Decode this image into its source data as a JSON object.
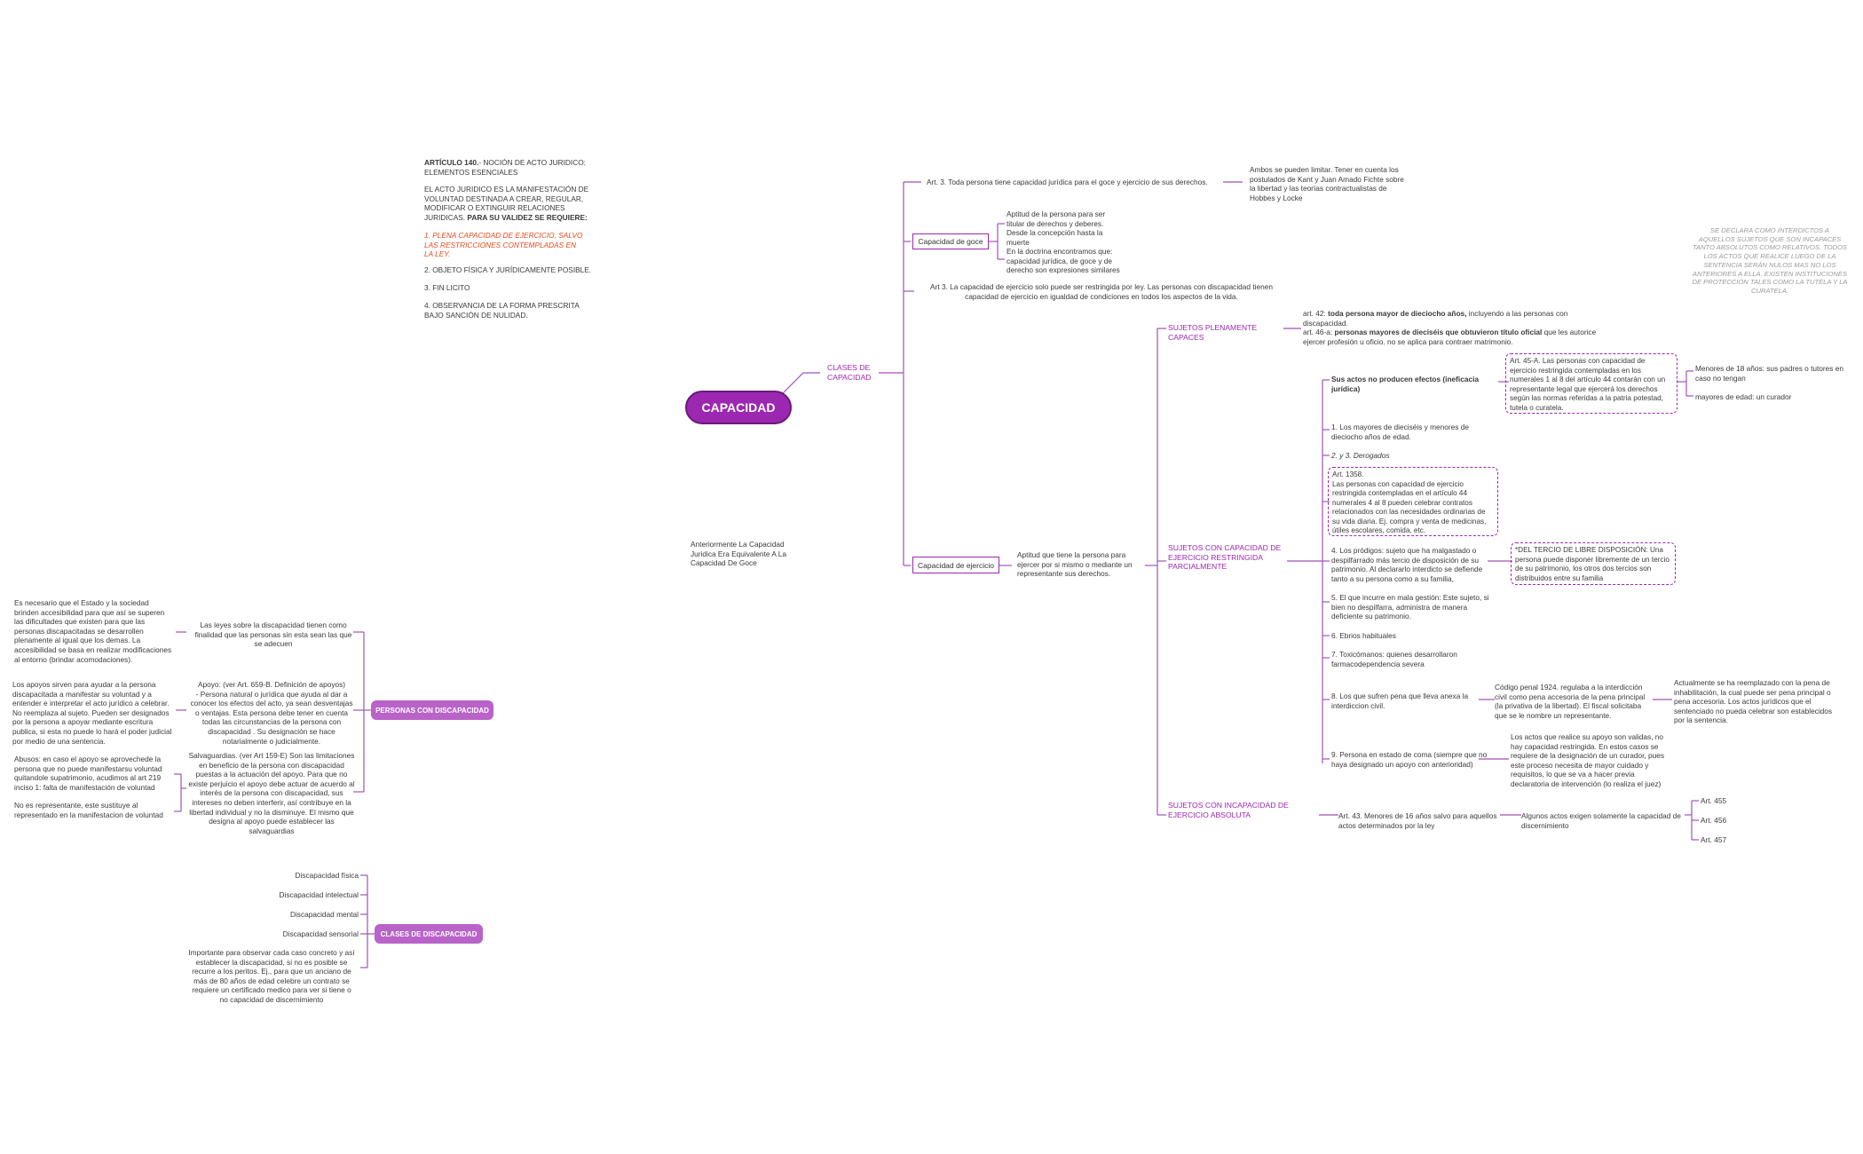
{
  "colors": {
    "accent": "#9c27b0",
    "pill": "#b963c9",
    "line": "#a052b8",
    "red": "#e64a19"
  },
  "central": {
    "label": "CAPACIDAD"
  },
  "intro": {
    "title_bold": "ARTÍCULO 140.",
    "title_rest": "- NOCIÓN DE ACTO JURIDICO: ELEMENTOS ESENCIALES",
    "def": "EL ACTO JURIDICO ES LA MANIFESTACIÓN DE VOLUNTAD DESTINADA A CREAR, REGULAR, MODIFICAR O EXTINGUIR RELACIONES JURIDICAS.",
    "def_bold": "PARA SU VALIDEZ SE REQUIERE:",
    "item1": "1. PLENA CAPACIDAD DE EJERCICIO, SALVO LAS RESTRICCIONES CONTEMPLADAS EN LA LEY.",
    "item2": "2. OBJETO FÍSICA Y JURÍDICAMENTE POSIBLE.",
    "item3": "3. FIN LICITO",
    "item4": "4. OBSERVANCIA DE LA FORMA PRESCRITA BAJO SANCIÓN DE NULIDAD."
  },
  "anterior_note": "Anteriormente La Capacidad Juridica Era Equivalente A La Capacidad De Goce",
  "clases": {
    "label": "CLASES DE CAPACIDAD",
    "art3_top": "Art. 3. Toda persona tiene capacidad jurídica para el goce y ejercicio de sus derechos.",
    "ambos": "Ambos se pueden limitar. Tener en cuenta los postulados de Kant y Juan Amado Fichte sobre la libertad y las teorías contractualistas de Hobbes y  Locke",
    "goce": {
      "label": "Capacidad de goce",
      "aptitud": "Aptitud de la persona para ser titular de derechos y deberes. Desde la concepción hasta la muerte",
      "doctrina": "En la doctrina encontramos que: capacidad jurídica, de goce y de derecho son expresiones similares"
    },
    "art3_bottom": "Art 3. La capacidad de ejercicio solo puede ser restringida por ley. Las personas con discapacidad tienen capacidad de ejercicio en igualdad de condiciones en todos los aspectos de la vida.",
    "ejercicio": {
      "label": "Capacidad de ejercicio",
      "aptitud": "Aptitud que tiene la persona para ejercer por si mismo o mediante un representante sus derechos."
    }
  },
  "plenamente": {
    "label": "SUJETOS PLENAMENTE CAPACES",
    "art42_pre": "art. 42:",
    "art42_bold": "toda persona mayor de dieciocho años,",
    "art42_rest": "incluyendo a las personas con discapacidad.",
    "art46_pre": "art. 46-a:",
    "art46_bold": "personas mayores de dieciséis que obtuvieron título oficial",
    "art46_rest": "que les autorice ejercer profesión u oficio. no se aplica para contraer matrimonio."
  },
  "relativa": {
    "label": "SUJETOS CON CAPACIDAD DE EJERCICIO RESTRINGIDA PARCIALMENTE",
    "ineficacia": "Sus actos no producen efectos (ineficacia jurídica)",
    "art45a": "Art. 45-A. Las personas con capacidad de ejercicio restringida contempladas en los numerales 1 al 8 del artículo 44 contarán con un representante legal que ejercerá los derechos según las normas referidas a la patria potestad, tutela o curatela.",
    "menores18": "Menores de 18 años: sus padres o tutores en caso no tengan",
    "mayores": "mayores de edad: un curador",
    "item1": "1. Los mayores de dieciséis y menores de dieciocho años de edad.",
    "item23": "2. y 3. Derogados",
    "art1358": "Art. 1358.\nLas personas con capacidad de ejercicio restringida contempladas en el artículo 44 numerales 4 al 8 pueden celebrar contratos relacionados con las necesidades ordinarias de su vida diaria. Ej. compra y venta de medicinas, útiles escolares, comida, etc.",
    "item4": "4. Los pródigos: sujeto que ha malgastado o despilfarrado más  tercio de disposición de su patrimonio. Al declararlo interdicto se defiende tanto a su persona como a su familia,",
    "tercio": "*DEL TERCIO DE LIBRE DISPOSICIÓN: Una persona puede disponer libremente de un tercio de su patrimonio, los otros dos tercios son distribuidos entre su familia",
    "item5": "5. El que incurre en mala gestión: Este sujeto, si bien no despilfarra, administra de manera deficiente su patrimonio.",
    "item6": "6. Ebrios habituales",
    "item7": "7. Toxicómanos: quienes desarrollaron farmacodependencia severa",
    "item8": "8. Los que sufren pena que lleva anexa la interdiccion civil.",
    "codigo1924": "Código penal 1924. regulaba a la interdicción civil como pena accesoria de la pena principal (la privativa de la libertad). El fiscal solicitaba que se le nombre un representante.",
    "actualmente": "Actualmente se ha reemplazado con la pena de inhabilitación, la cual puede ser pena principal o pena accesoria. Los actos jurídicos que el sentenciado no pueda celebrar son establecidos por la sentencia.",
    "item9": "9. Persona en estado de coma (siempre que no haya designado un apoyo con anterioridad)",
    "coma_note": "Los actos que realice su apoyo son validas, no hay capacidad restringida. En estos casos se requiere de la designación de un curador, pues este proceso necesita de mayor cuidado y requisitos, lo que se va a hacer previa declaratoria de intervención (lo realiza el juez)"
  },
  "absoluta": {
    "label": "SUJETOS CON INCAPACIDAD DE EJERCICIO ABSOLUTA",
    "art43": "Art. 43. Menores de 16 años salvo para aquellos actos determinados por la ley",
    "algunos": "Algunos actos exigen solamente la capacidad de discernimiento",
    "a455": "Art. 455",
    "a456": "Art. 456",
    "a457": "Art. 457"
  },
  "side_note": "SE DECLARA COMO INTERDICTOS A AQUELLOS SUJETOS QUE SON INCAPACES TANTO ABSOLUTOS COMO RELATIVOS. TODOS LOS ACTOS QUE REALICE LUEGO DE LA SENTENCIA SERÁN NULOS MAS NO LOS ANTERIORES A ELLA. EXISTEN INSTITUCIONES DE PROTECCIÓN TALES COMO LA TUTELA Y LA CURATELA.",
  "personas": {
    "label": "PERSONAS CON DISCAPACIDAD",
    "leyes": "Las leyes sobre la discapacidad tienen como finalidad que las personas sin esta sean las que se adecuen",
    "estado": "Es necesario que el Estado y la sociedad brinden accesibilidad para que así se superen las dificultades que existen para que las personas discapacitadas se desarrollen plenamente al igual que los demas. La accesibilidad se basa en realizar modificaciones al entorno (brindar acomodaciones).",
    "apoyo": "Apoyo:  (ver Art. 659-B. Definición de apoyos)\n- Persona natural o jurídica que ayuda al dar a conocer los efectos del acto, ya sean desventajas o ventajas. Esta persona debe tener en cuenta todas las circunstancias de la persona con discapacidad . Su designación se hace notarialmente o judicialmente.",
    "apoyos_sirven": "Los apoyos sirven para ayudar a la persona discapacitada a manifestar su voluntad y a entender e interpretar el acto jurídico a celebrar. No reemplaza al sujeto. Pueden ser designados por la persona a apoyar mediante escritura publica, si esta no puede lo hará el poder judicial por medio de una sentencia.",
    "salvaguardias": "Salvaguardias. (ver Art 159-E) Son las limitaciones en beneficio de la persona con discapacidad puestas a la actuación del apoyo. Para que no existe perjuicio el apoyo debe actuar de acuerdo al interés de la persona con discapacidad, sus intereses no deben interferir, así contribuye en la libertad individual y no la disminuye. El mismo que designa al apoyo puede establecer las salvaguardias",
    "abusos": "Abusos: en caso el apoyo se aprovechede la persona que no puede manifestarsu voluntad quitandole supatrimonio, acudimos al art 219 inciso 1: falta de manifestación de voluntad",
    "no_rep": "No es representante, este sustituye al representado en la manifestacion de voluntad"
  },
  "clases_disc": {
    "label": "CLASES DE DISCAPACIDAD",
    "fisica": "Discapacidad física",
    "intelectual": "Discapacidad intelectual",
    "mental": "Discapacidad mental",
    "sensorial": "Discapacidad sensorial",
    "importante": "Importante para observar cada caso concreto y así establecer la discapacidad, si no es posible se recurre a los peritos. Ej., para que un anciano de más de 80 años de edad celebre un contrato se requiere un certificado medico para ver si tiene o no capacidad de discernimiento"
  }
}
